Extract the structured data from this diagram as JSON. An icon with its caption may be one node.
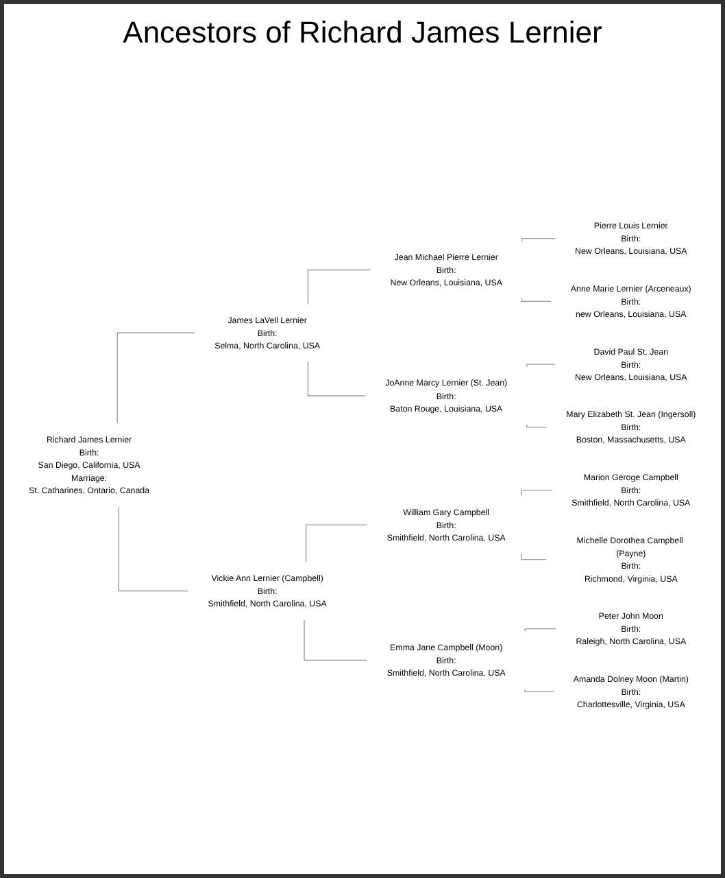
{
  "diagram": {
    "title": "Ancestors of Richard James Lernier",
    "nodes": [
      {
        "text": [
          "Richard James Lernier",
          "Birth:",
          "San Diego, California, USA",
          "Marriage:",
          "St. Catharines, Ontario, Canada"
        ]
      },
      {
        "text": [
          "James LaVell Lernier",
          "Birth:",
          "Selma, North Carolina, USA"
        ]
      },
      {
        "text": [
          "Jean Michael Pierre Lernier",
          "Birth:",
          "New Orleans, Louisiana, USA"
        ]
      },
      {
        "text": [
          "Pierre Louis Lernier",
          "Birth:",
          "New Orleans, Louisiana, USA"
        ]
      },
      {
        "text": [
          "Anne Marie Lernier (Arceneaux)",
          "Birth:",
          "new Orleans, Louisiana, USA"
        ]
      },
      {
        "text": [
          "JoAnne Marcy Lernier (St. Jean)",
          "Birth:",
          "Baton Rouge, Louisiana, USA"
        ]
      },
      {
        "text": [
          "David Paul St. Jean",
          "Birth:",
          "New Orleans, Louisiana, USA"
        ]
      },
      {
        "text": [
          "Mary Elizabeth St. Jean (Ingersoll)",
          "Birth:",
          "Boston, Massachusetts, USA"
        ]
      },
      {
        "text": [
          "Vickie Ann Lernier (Campbell)",
          "Birth:",
          "Smithfield, North Carolina, USA"
        ]
      },
      {
        "text": [
          "William Gary Campbell",
          "Birth:",
          "Smithfield, North Carolina, USA"
        ]
      },
      {
        "text": [
          "Marion Geroge Campbell",
          "Birth:",
          "Smithfield, North Carolina, USA"
        ]
      },
      {
        "text": [
          "Michelle Dorothea Campbell (Payne)",
          "Birth:",
          "Richmond, Virginia, USA"
        ]
      },
      {
        "text": [
          "Emma Jane Campbell (Moon)",
          "Birth:",
          "Smithfield, North Carolina, USA"
        ]
      },
      {
        "text": [
          "Peter John Moon",
          "Birth:",
          "Raleigh, North Carolina, USA"
        ]
      },
      {
        "text": [
          "Amanda Dolney Moon (Martin)",
          "Birth:",
          "Charlottesville, Virginia, USA"
        ]
      }
    ],
    "edges": [
      {
        "from": 0,
        "to": 1,
        "arrow": "none"
      },
      {
        "from": 1,
        "to": 2,
        "arrow": "none"
      },
      {
        "from": 2,
        "to": 3,
        "arrow": "none"
      },
      {
        "from": 2,
        "to": 4,
        "arrow": "none"
      },
      {
        "from": 1,
        "to": 5,
        "arrow": "none"
      },
      {
        "from": 5,
        "to": 6,
        "arrow": "none"
      },
      {
        "from": 5,
        "to": 7,
        "arrow": "none"
      },
      {
        "from": 0,
        "to": 8,
        "arrow": "none"
      },
      {
        "from": 8,
        "to": 9,
        "arrow": "none"
      },
      {
        "from": 9,
        "to": 10,
        "arrow": "none"
      },
      {
        "from": 9,
        "to": 11,
        "arrow": "none"
      },
      {
        "from": 8,
        "to": 12,
        "arrow": "none"
      },
      {
        "from": 12,
        "to": 13,
        "arrow": "none"
      },
      {
        "from": 12,
        "to": 14,
        "arrow": "none"
      }
    ]
  }
}
